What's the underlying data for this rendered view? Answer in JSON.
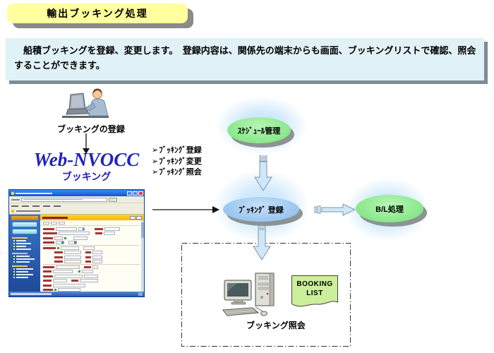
{
  "title_banner": {
    "label": "輸出ブッキング処理"
  },
  "description": {
    "text": "　船積ブッキングを登録、変更します。　登録内容は、関係先の端末からも画面、ブッキングリストで確認、照会することができます。"
  },
  "actor": {
    "caption": "ブッキングの登録"
  },
  "web_system": {
    "name": "Web-NVOCC",
    "subtitle": "ブッキング"
  },
  "function_list": {
    "bullet": "➢",
    "items": [
      {
        "label": "ﾌﾞｯｷﾝｸﾞ登録"
      },
      {
        "label": "ﾌﾞｯｷﾝｸﾞ変更"
      },
      {
        "label": "ﾌﾞｯｷﾝｸﾞ照会"
      }
    ]
  },
  "flow_nodes": {
    "schedule": {
      "label": "ｽｹｼﾞｭｰﾙ管理",
      "fill": "#8AE88A"
    },
    "booking": {
      "label": "ﾌﾞｯｷﾝｸﾞ 登録",
      "fill": "#9AC6F0"
    },
    "bl": {
      "label": "B/L処理",
      "fill": "#8AE88A"
    }
  },
  "inquiry": {
    "caption": "ブッキング照会",
    "document": {
      "line1": "BOOKING",
      "line2": "LIST",
      "fill": "#CCEF9B"
    }
  },
  "colors": {
    "banner_bg": "#FFFF9E",
    "description_bg": "#E0F1F7",
    "glow": "#C8E4FA",
    "accent_text": "#2222BB",
    "shadow": "#8B9393"
  }
}
